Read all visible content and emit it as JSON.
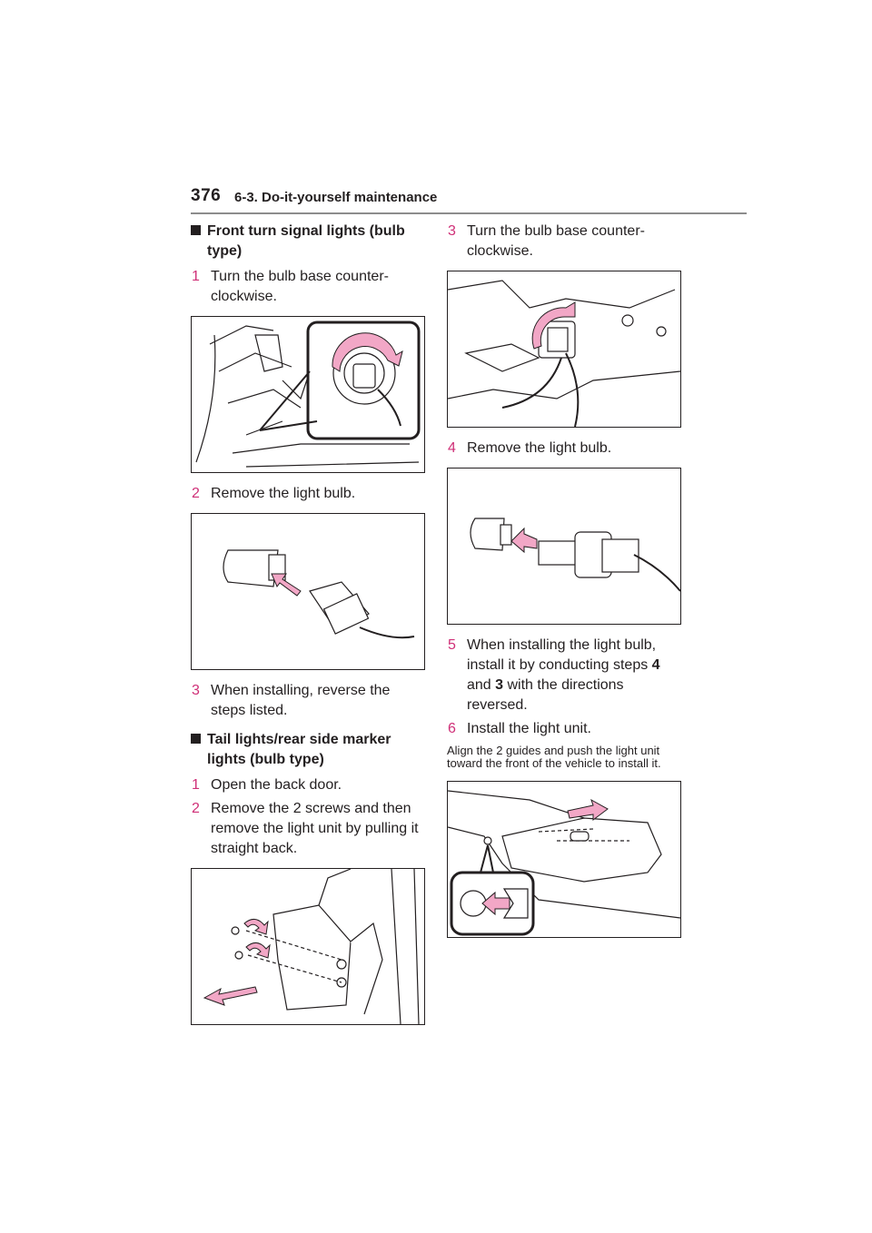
{
  "header": {
    "page_number": "376",
    "section": "6-3. Do-it-yourself maintenance"
  },
  "left": {
    "heading1": "Front turn signal lights (bulb type)",
    "step1_num": "1",
    "step1_text": "Turn the bulb base counter-clockwise.",
    "step2_num": "2",
    "step2_text": "Remove the light bulb.",
    "step3_num": "3",
    "step3_text": "When installing, reverse the steps listed.",
    "heading2": "Tail lights/rear side marker lights (bulb type)",
    "tail_step1_num": "1",
    "tail_step1_text": "Open the back door.",
    "tail_step2_num": "2",
    "tail_step2_text": "Remove the 2 screws and then remove the light unit by pulling it straight back."
  },
  "right": {
    "step3_num": "3",
    "step3_text": "Turn the bulb base counter-clockwise.",
    "step4_num": "4",
    "step4_text": "Remove the light bulb.",
    "step5_num": "5",
    "step5_pre": "When installing the light bulb, install it by conducting steps ",
    "step5_ref1": "4",
    "step5_mid": " and ",
    "step5_ref2": "3",
    "step5_post": " with the directions reversed.",
    "step6_num": "6",
    "step6_text": "Install the light unit.",
    "note": "Align the 2 guides and push the light unit toward the front of the vehicle to install it."
  },
  "colors": {
    "accent": "#cf2f77",
    "arrow_fill": "#f2a7c6",
    "text": "#231f20"
  }
}
